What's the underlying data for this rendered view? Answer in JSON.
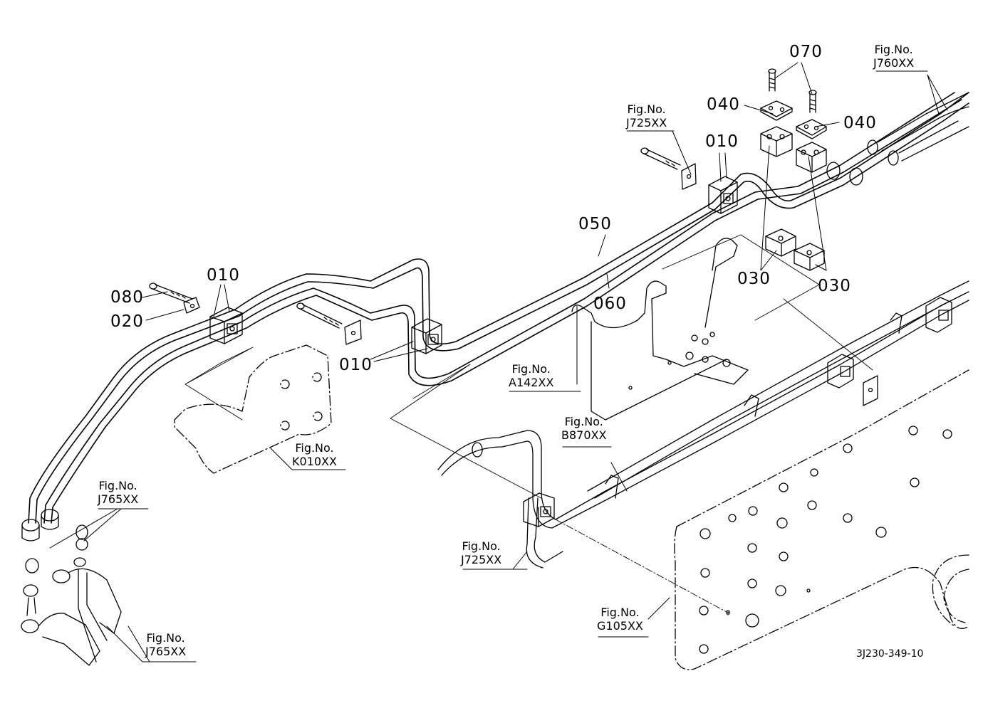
{
  "diagram_code": "3J230-349-10",
  "part_labels": {
    "p070": "070",
    "p040a": "040",
    "p040b": "040",
    "p010a": "010",
    "p010b": "010",
    "p010c": "010",
    "p050": "050",
    "p060": "060",
    "p080": "080",
    "p020": "020",
    "p030a": "030",
    "p030b": "030"
  },
  "figure_refs": {
    "j760": {
      "prefix": "Fig.No.",
      "code": "J760XX"
    },
    "j725_top": {
      "prefix": "Fig.No.",
      "code": "J725XX"
    },
    "a142": {
      "prefix": "Fig.No.",
      "code": "A142XX"
    },
    "b870": {
      "prefix": "Fig.No.",
      "code": "B870XX"
    },
    "k010": {
      "prefix": "Fig.No.",
      "code": "K010XX"
    },
    "j765_top": {
      "prefix": "Fig.No.",
      "code": "J765XX"
    },
    "j725_bottom": {
      "prefix": "Fig.No.",
      "code": "J725XX"
    },
    "g105": {
      "prefix": "Fig.No.",
      "code": "G105XX"
    },
    "j765_bottom": {
      "prefix": "Fig.No.",
      "code": "J765XX"
    }
  }
}
